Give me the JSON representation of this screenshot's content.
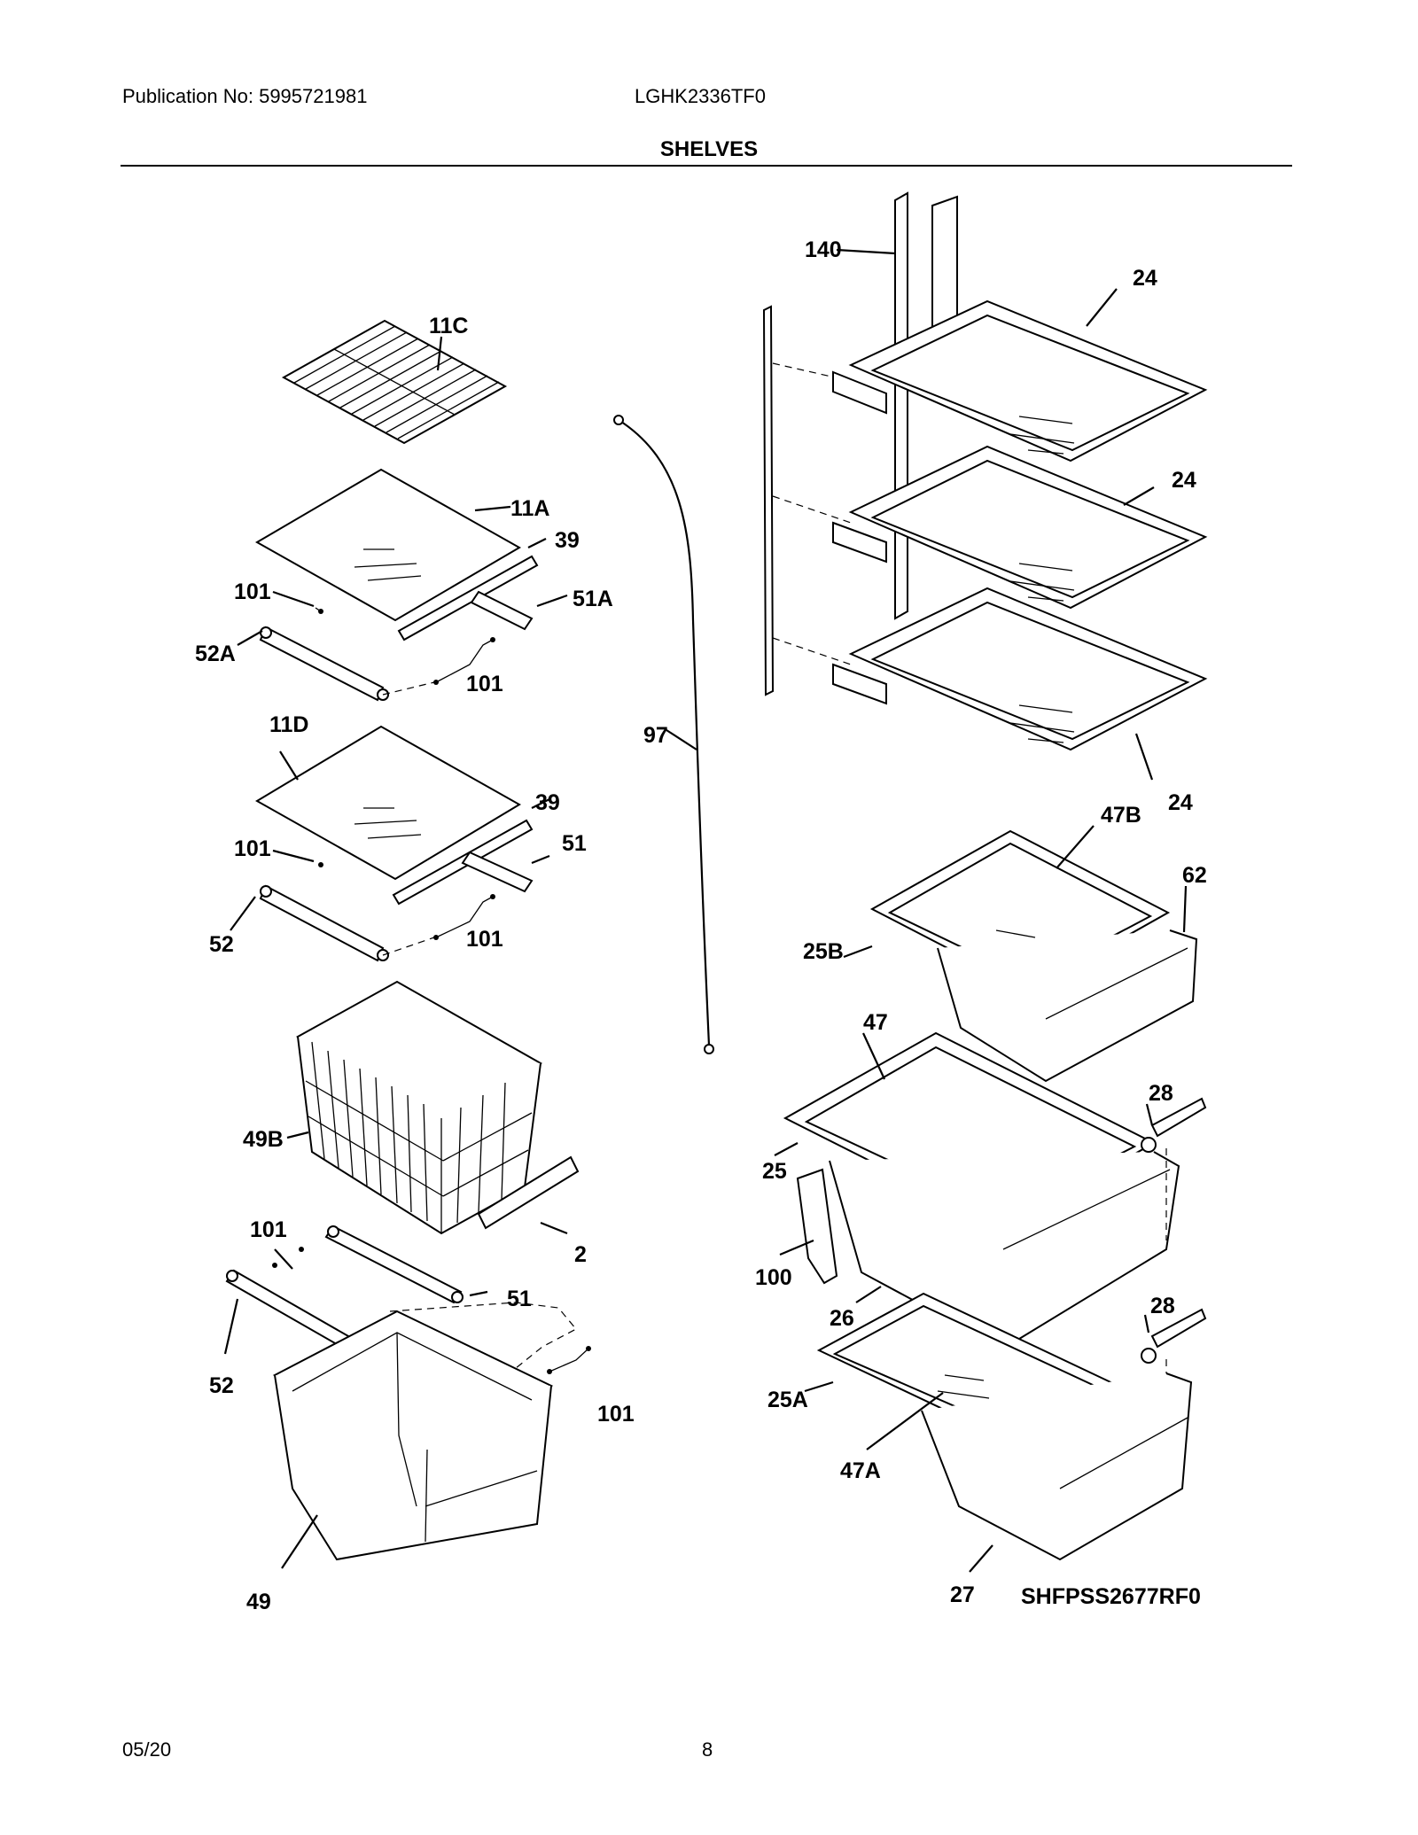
{
  "header": {
    "publication": "Publication No:  5995721981",
    "model": "LGHK2336TF0",
    "section_title": "SHELVES"
  },
  "diagram": {
    "callouts": [
      "11C",
      "11A",
      "39",
      "101",
      "51A",
      "52A",
      "101",
      "11D",
      "39",
      "51",
      "101",
      "52",
      "101",
      "49B",
      "2",
      "101",
      "51",
      "52",
      "101",
      "49",
      "97",
      "140",
      "24",
      "24",
      "24",
      "47B",
      "62",
      "25B",
      "47",
      "28",
      "25",
      "100",
      "26",
      "28",
      "25A",
      "47A",
      "27"
    ],
    "reference_code": "SHFPSS2677RF0"
  },
  "footer": {
    "date": "05/20",
    "page": "8"
  }
}
